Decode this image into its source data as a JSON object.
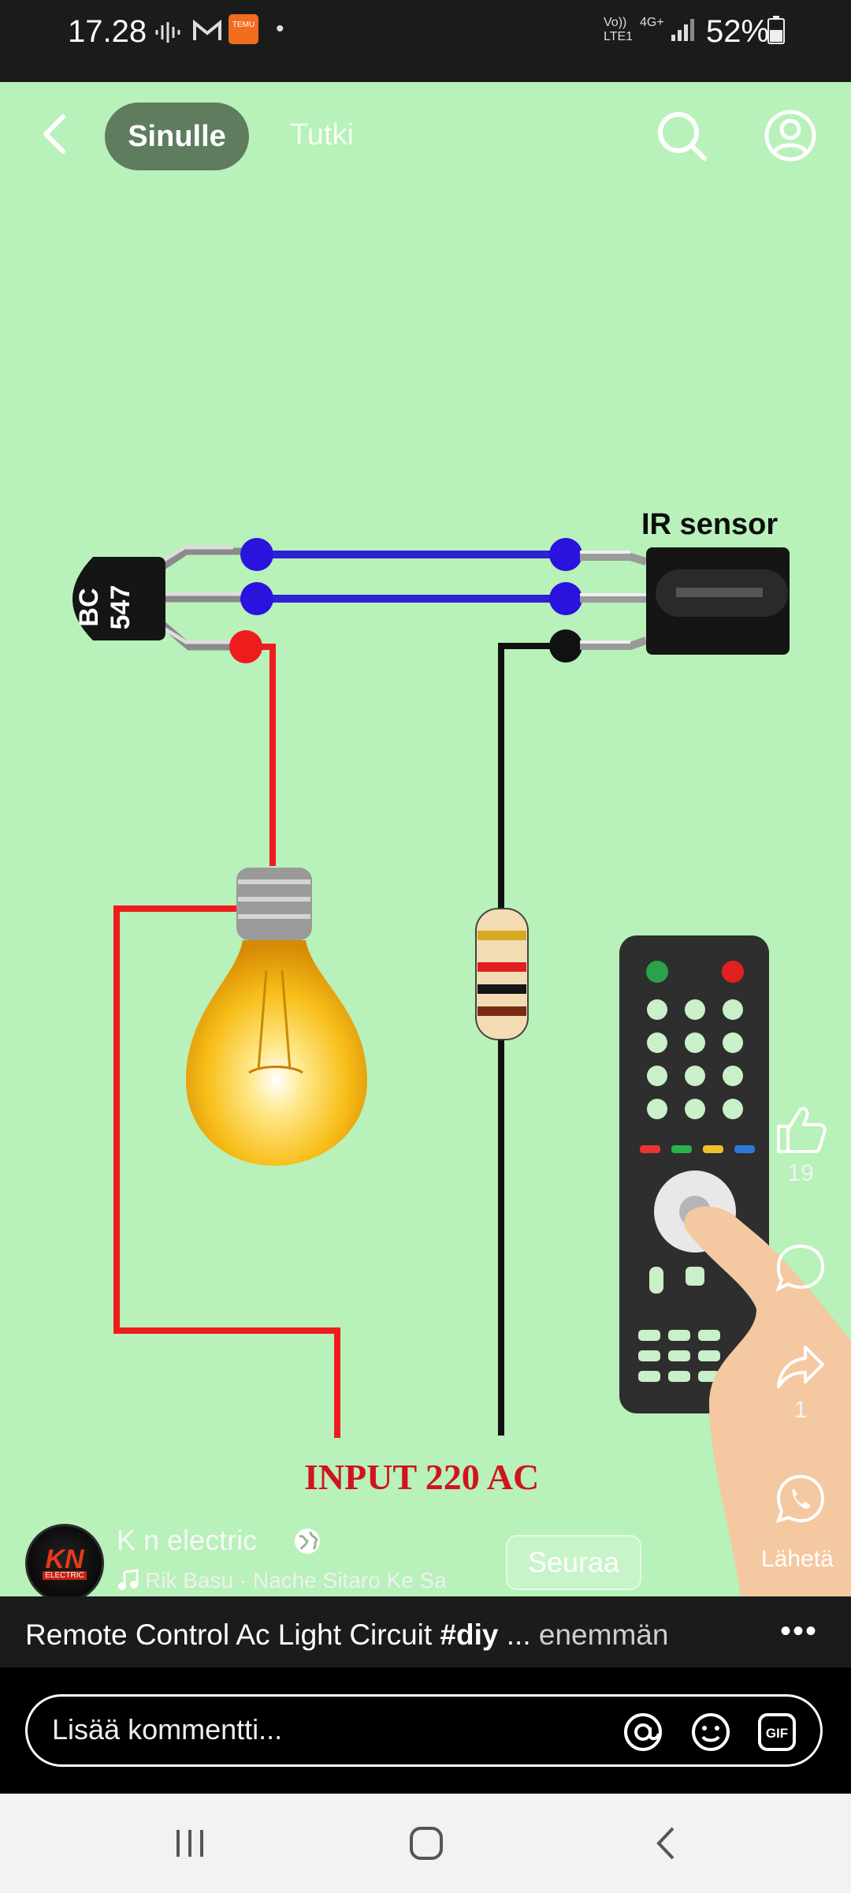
{
  "status_bar": {
    "time": "17.28",
    "carrier_top": "Vo))",
    "carrier_bottom": "LTE1",
    "network": "4G+",
    "battery": "52%"
  },
  "top_nav": {
    "active_tab": "Sinulle",
    "other_tab": "Tutki"
  },
  "video": {
    "transistor_line1": "BC",
    "transistor_line2": "547",
    "sensor_label": "IR sensor",
    "input_label": "INPUT 220 AC"
  },
  "actions": {
    "like_count": "19",
    "share_count": "1",
    "send_label": "Lähetä"
  },
  "author": {
    "name": "K n electric",
    "avatar_text": "KN",
    "avatar_subtext": "ELECTRIC",
    "music": "Rik Basu · Nache Sitaro Ke Sa",
    "follow_label": "Seuraa"
  },
  "caption": {
    "text": "Remote Control Ac Light Circuit ",
    "hashtag": "#diy",
    "ellipsis": " ... ",
    "more_label": "enemmän",
    "menu": "•••"
  },
  "comment": {
    "placeholder": "Lisää kommentti..."
  },
  "colors": {
    "video_bg": "#b8f1b9",
    "wire_red": "#ee1c1c",
    "wire_blue": "#2b22d6",
    "dot_blue": "#2a13dd"
  }
}
